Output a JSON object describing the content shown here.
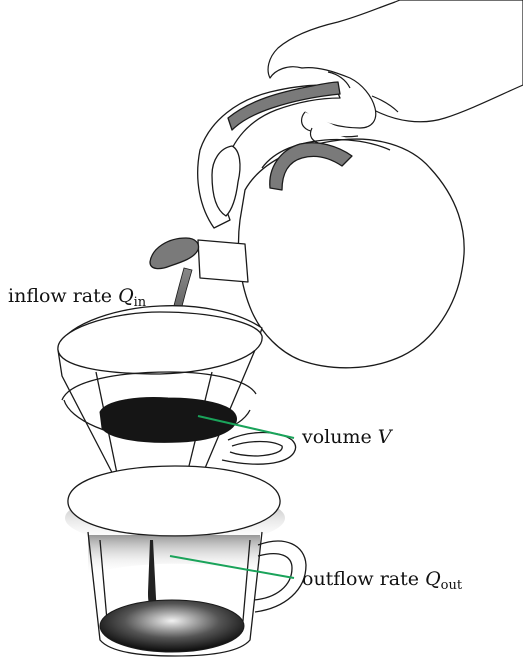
{
  "labels": {
    "inflow": {
      "text": "inflow rate ",
      "symbol": "Q",
      "subscript": "in"
    },
    "volume": {
      "text": "volume ",
      "symbol": "V"
    },
    "outflow": {
      "text": "outflow rate ",
      "symbol": "Q",
      "subscript": "out"
    }
  },
  "colors": {
    "leader_line": "#1aa35a",
    "coffee": "#151515",
    "outline": "#1a1a1a",
    "handle_grip": "#7a7a7a"
  }
}
